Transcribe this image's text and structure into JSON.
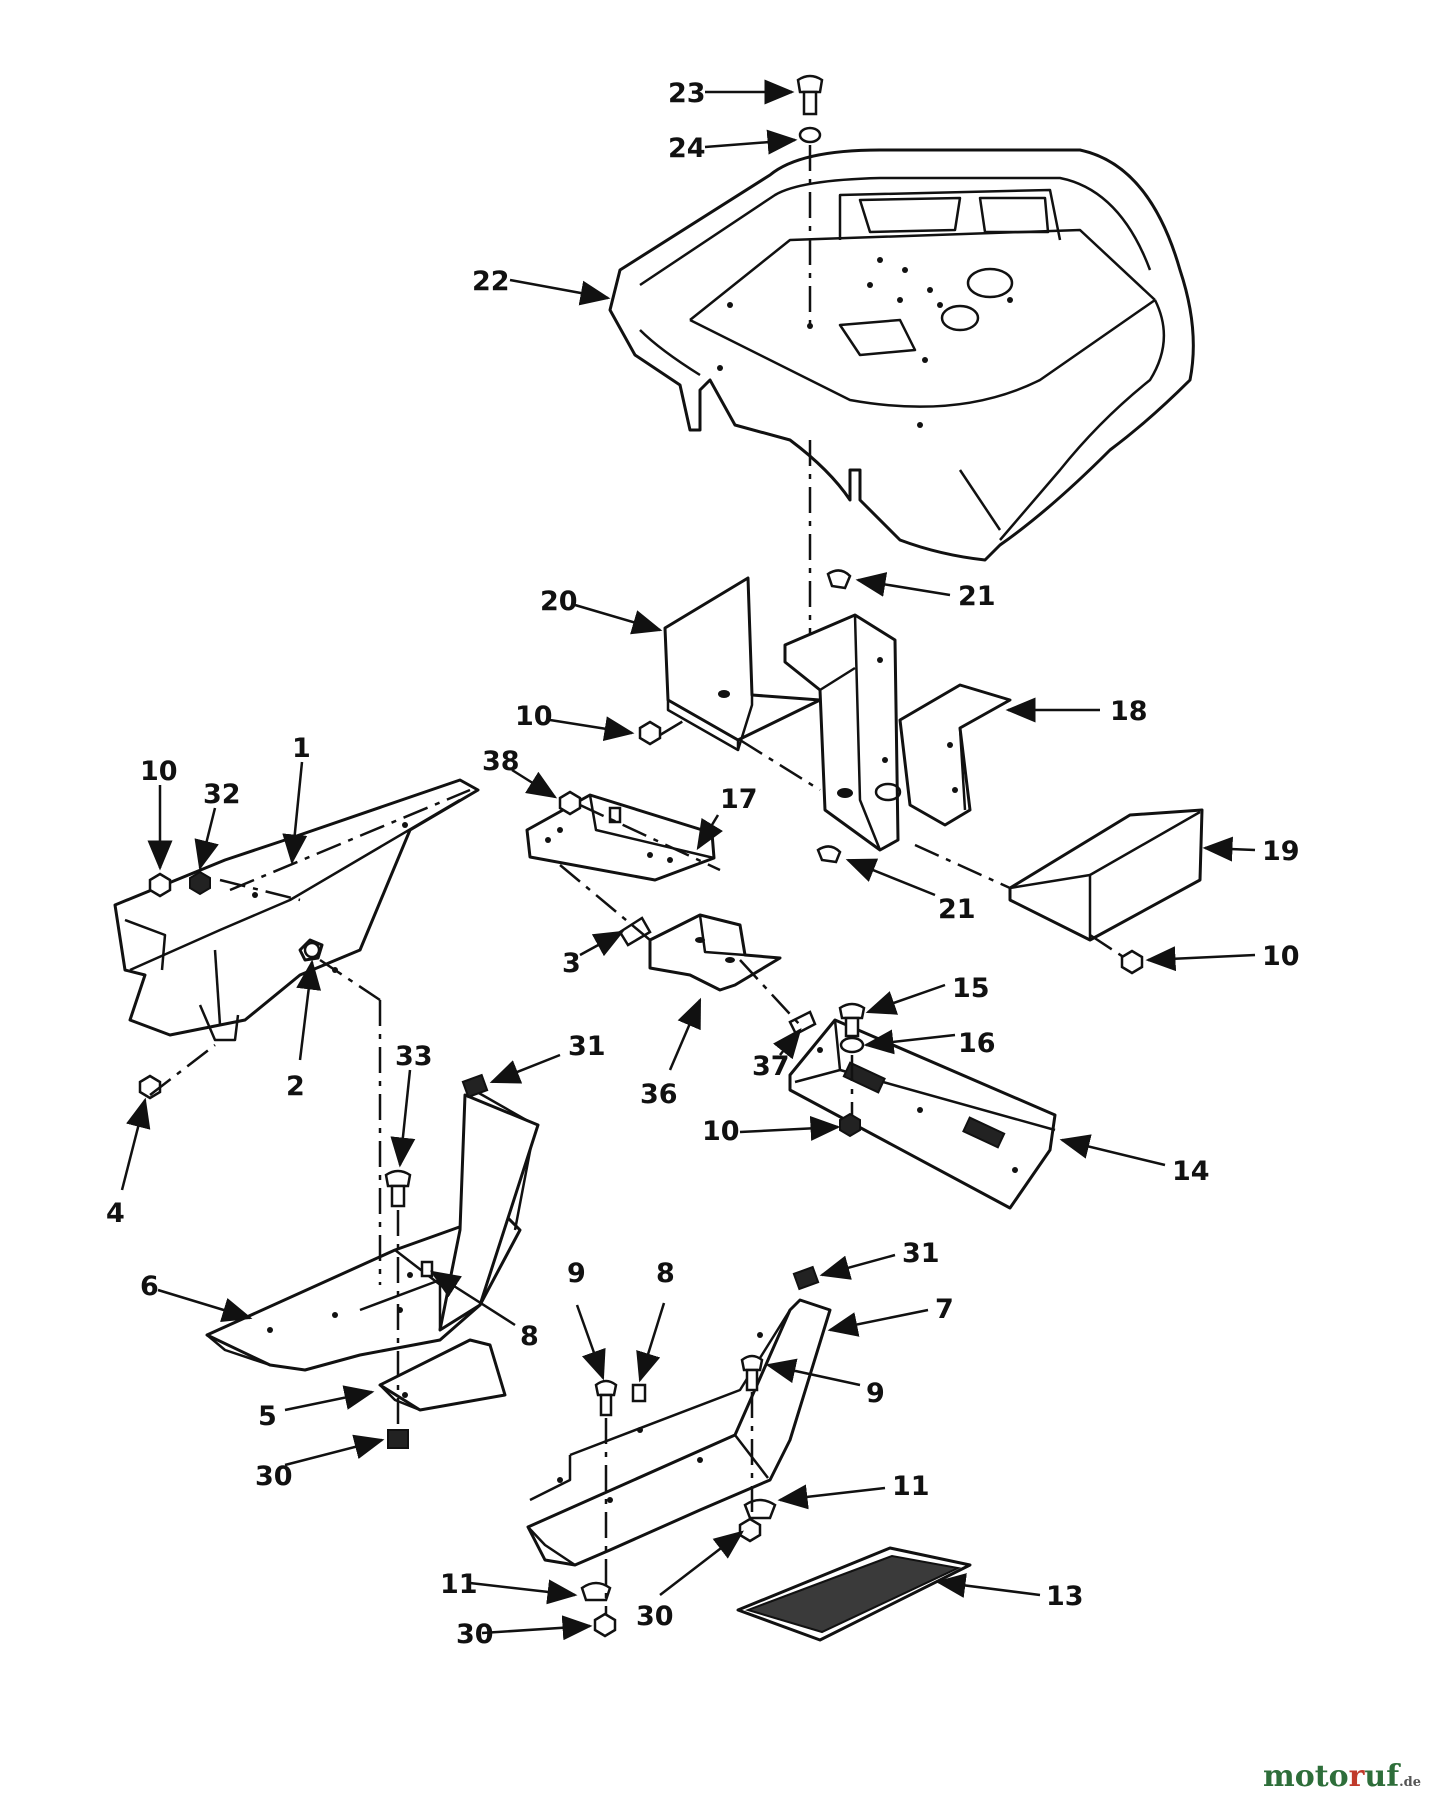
{
  "callouts": [
    "23",
    "24",
    "22",
    "21",
    "20",
    "18",
    "10",
    "38",
    "17",
    "1",
    "32",
    "10",
    "19",
    "21",
    "10",
    "3",
    "15",
    "16",
    "36",
    "37",
    "2",
    "33",
    "31",
    "4",
    "10",
    "14",
    "6",
    "8",
    "9",
    "8",
    "31",
    "7",
    "5",
    "9",
    "30",
    "11",
    "11",
    "13",
    "30",
    "30"
  ],
  "watermark": {
    "brand_a": "moto",
    "brand_b": "r",
    "brand_c": "uf",
    "suffix": ".de"
  },
  "colors": {
    "ink": "#111111",
    "paper": "#ffffff",
    "watermark_green": "#2e6e3a",
    "watermark_red": "#c03a2b"
  }
}
